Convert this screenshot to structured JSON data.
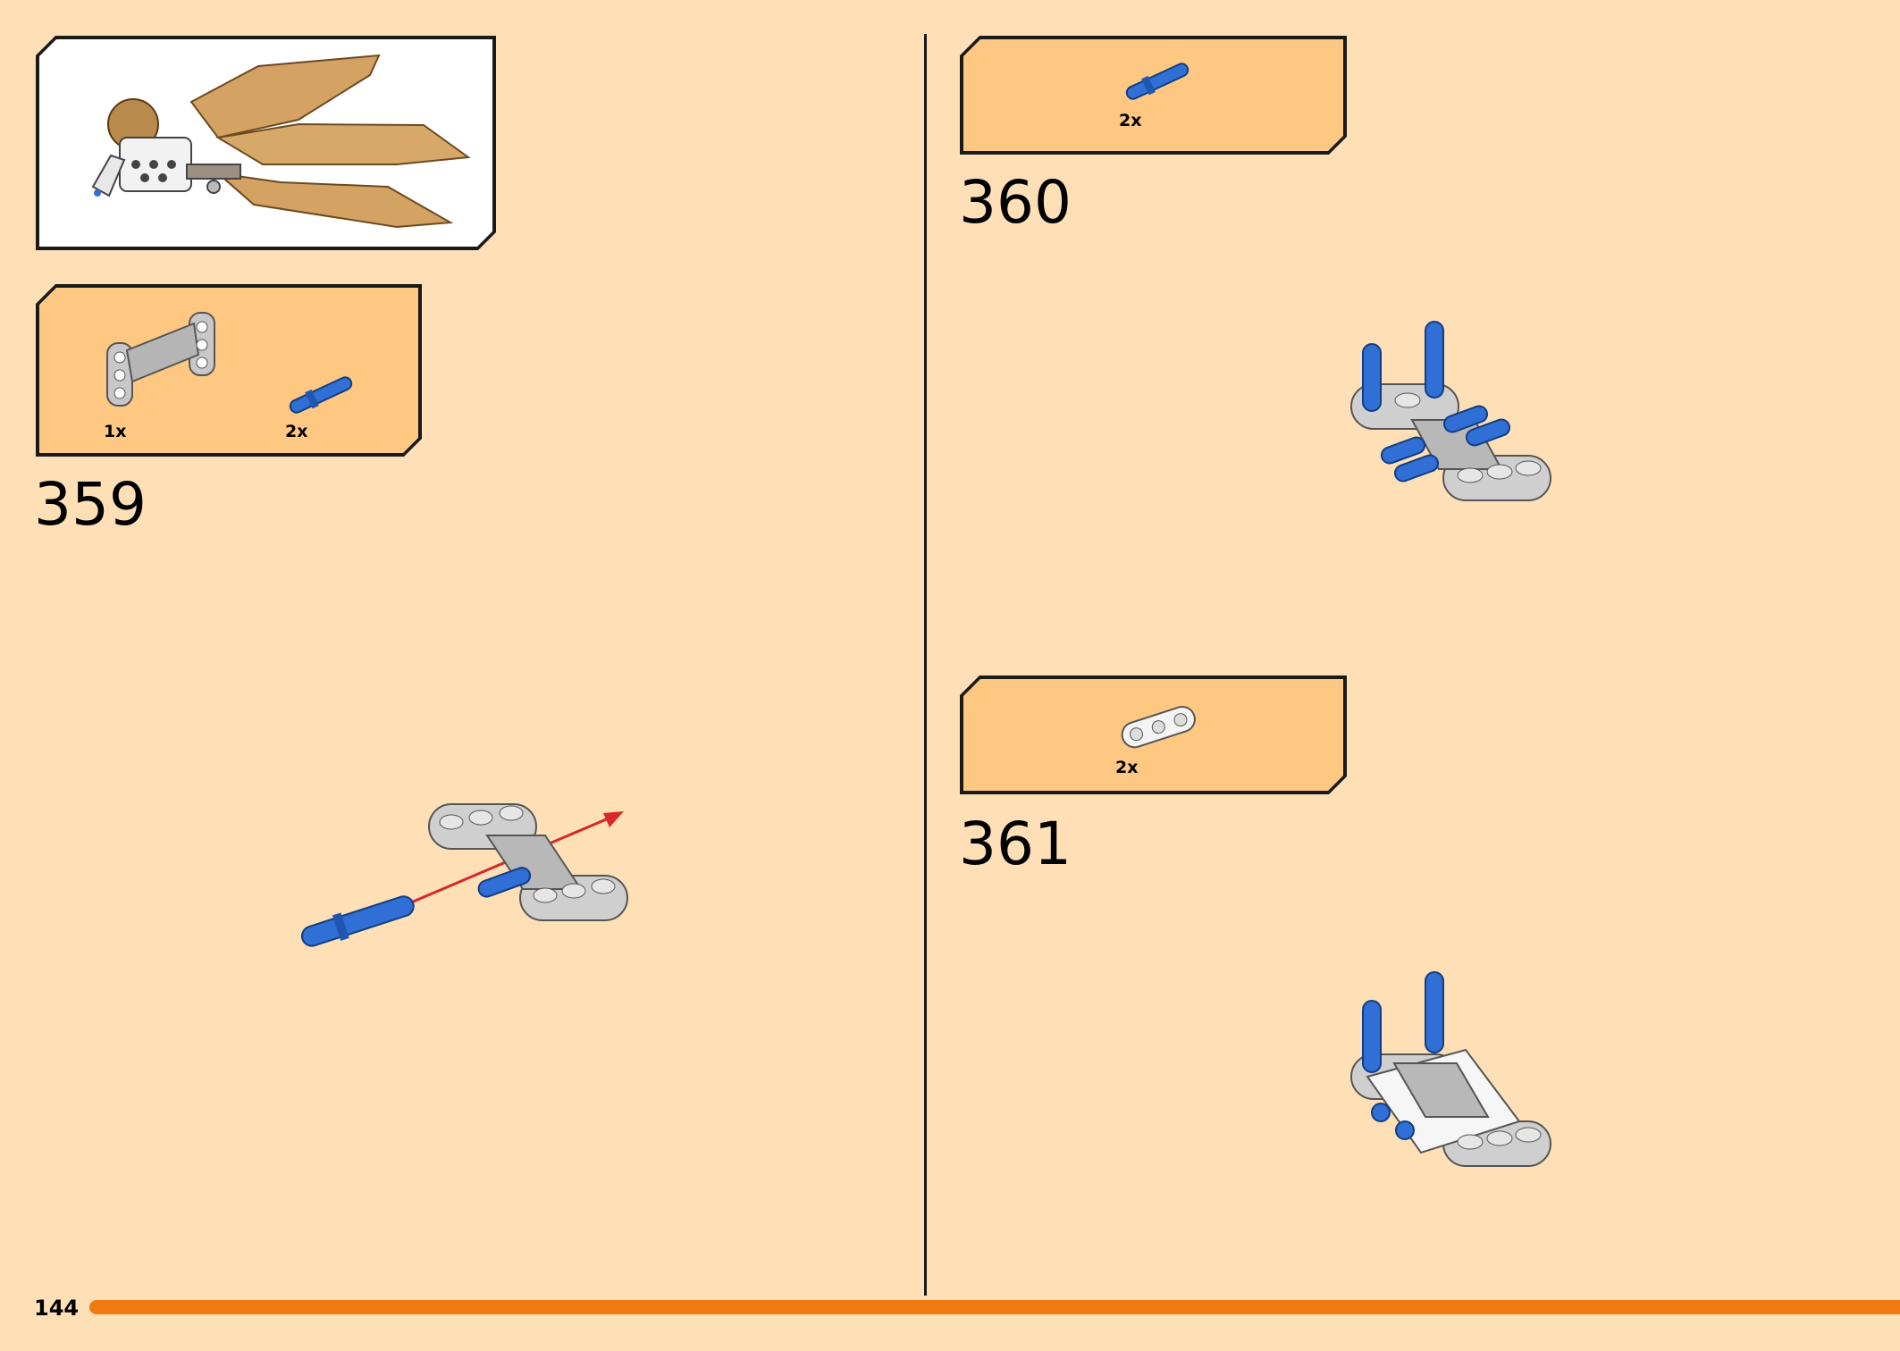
{
  "page_number": "144",
  "colors": {
    "background": "#ffdfb6",
    "panel": "#ffc882",
    "progress_bar": "#ef7a10",
    "pin_blue": "#2f6fd6",
    "beam_gray": "#c8c8c8"
  },
  "progress": 1.0,
  "preview": {
    "icon": "wing-assembly-icon"
  },
  "steps": [
    {
      "number": "359",
      "parts": [
        {
          "icon": "h-frame-beam-icon",
          "qty": "1x"
        },
        {
          "icon": "blue-pin-icon",
          "qty": "2x"
        }
      ]
    },
    {
      "number": "360",
      "parts": [
        {
          "icon": "blue-pin-icon",
          "qty": "2x"
        }
      ]
    },
    {
      "number": "361",
      "parts": [
        {
          "icon": "three-hole-beam-icon",
          "qty": "2x"
        }
      ]
    }
  ]
}
